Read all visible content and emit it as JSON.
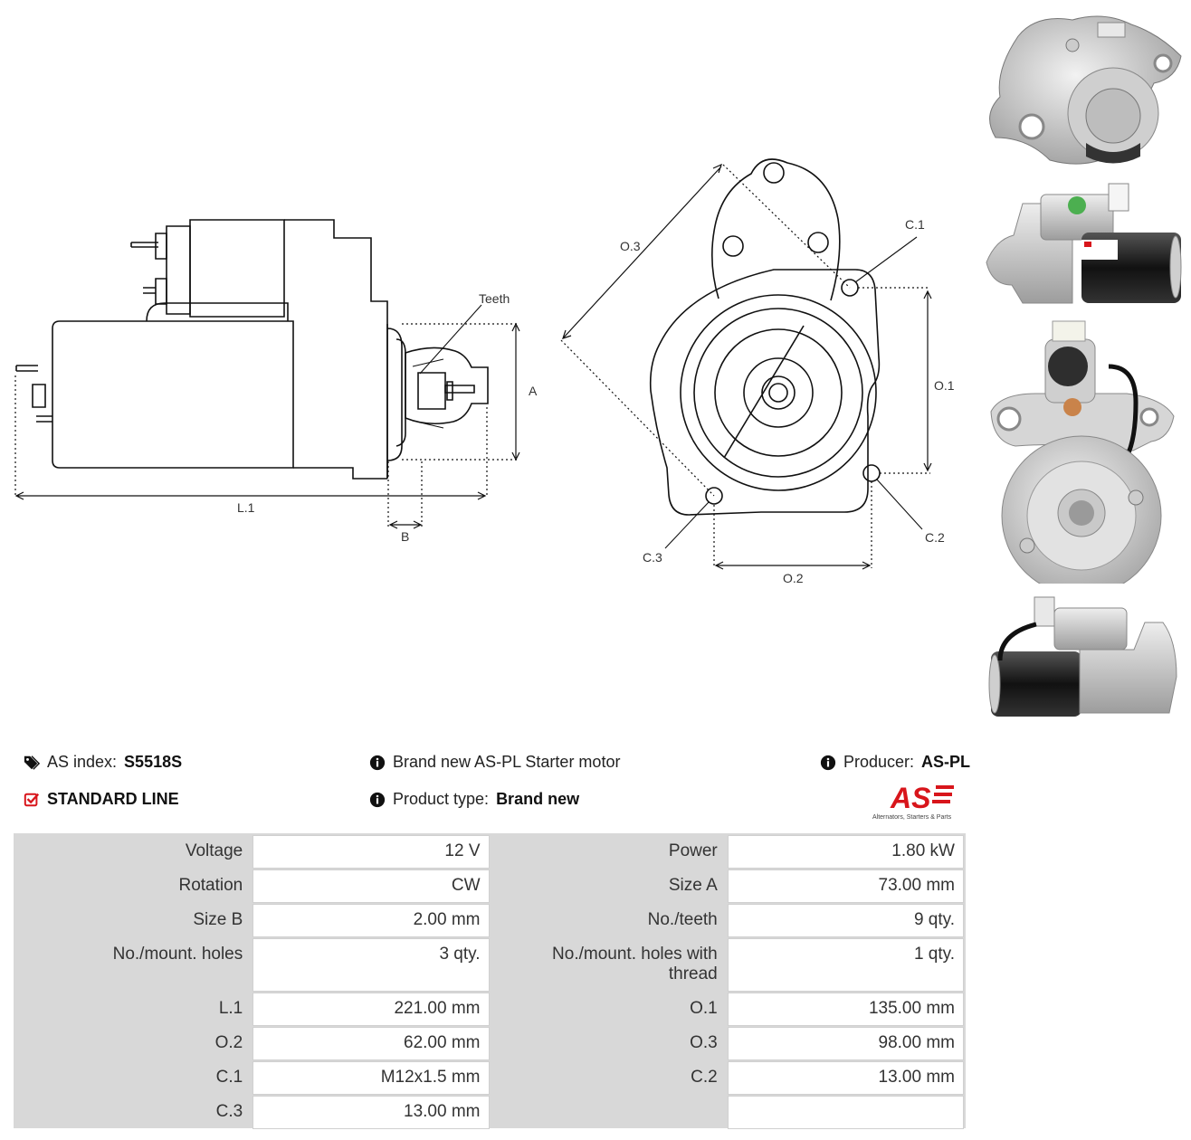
{
  "drawing_labels": {
    "teeth": "Teeth",
    "a": "A",
    "b": "B",
    "l1": "L.1",
    "o1": "O.1",
    "o2": "O.2",
    "o3": "O.3",
    "c1": "C.1",
    "c2": "C.2",
    "c3": "C.3"
  },
  "info": {
    "as_index_label": "AS index:",
    "as_index_value": "S5518S",
    "line_label": "STANDARD LINE",
    "description": "Brand new AS-PL Starter motor",
    "product_type_label": "Product type:",
    "product_type_value": "Brand new",
    "producer_label": "Producer:",
    "producer_value": "AS-PL",
    "logo_text": "AS",
    "logo_tagline": "Alternators, Starters & Parts"
  },
  "specs": [
    {
      "k1": "Voltage",
      "v1": "12 V",
      "k2": "Power",
      "v2": "1.80 kW"
    },
    {
      "k1": "Rotation",
      "v1": "CW",
      "k2": "Size A",
      "v2": "73.00 mm"
    },
    {
      "k1": "Size B",
      "v1": "2.00 mm",
      "k2": "No./teeth",
      "v2": "9 qty."
    },
    {
      "k1": "No./mount. holes",
      "v1": "3 qty.",
      "k2": "No./mount. holes with thread",
      "v2": "1 qty."
    },
    {
      "k1": "L.1",
      "v1": "221.00 mm",
      "k2": "O.1",
      "v2": "135.00 mm"
    },
    {
      "k1": "O.2",
      "v1": "62.00 mm",
      "k2": "O.3",
      "v2": "98.00 mm"
    },
    {
      "k1": "C.1",
      "v1": "M12x1.5 mm",
      "k2": "C.2",
      "v2": "13.00 mm"
    },
    {
      "k1": "C.3",
      "v1": "13.00 mm",
      "k2": "",
      "v2": ""
    }
  ],
  "colors": {
    "accent_red": "#d8151b",
    "cell_grey": "#d8d8d8"
  },
  "icons": {
    "tag": "tags-icon",
    "check": "check-square-icon",
    "info": "info-circle-icon"
  }
}
